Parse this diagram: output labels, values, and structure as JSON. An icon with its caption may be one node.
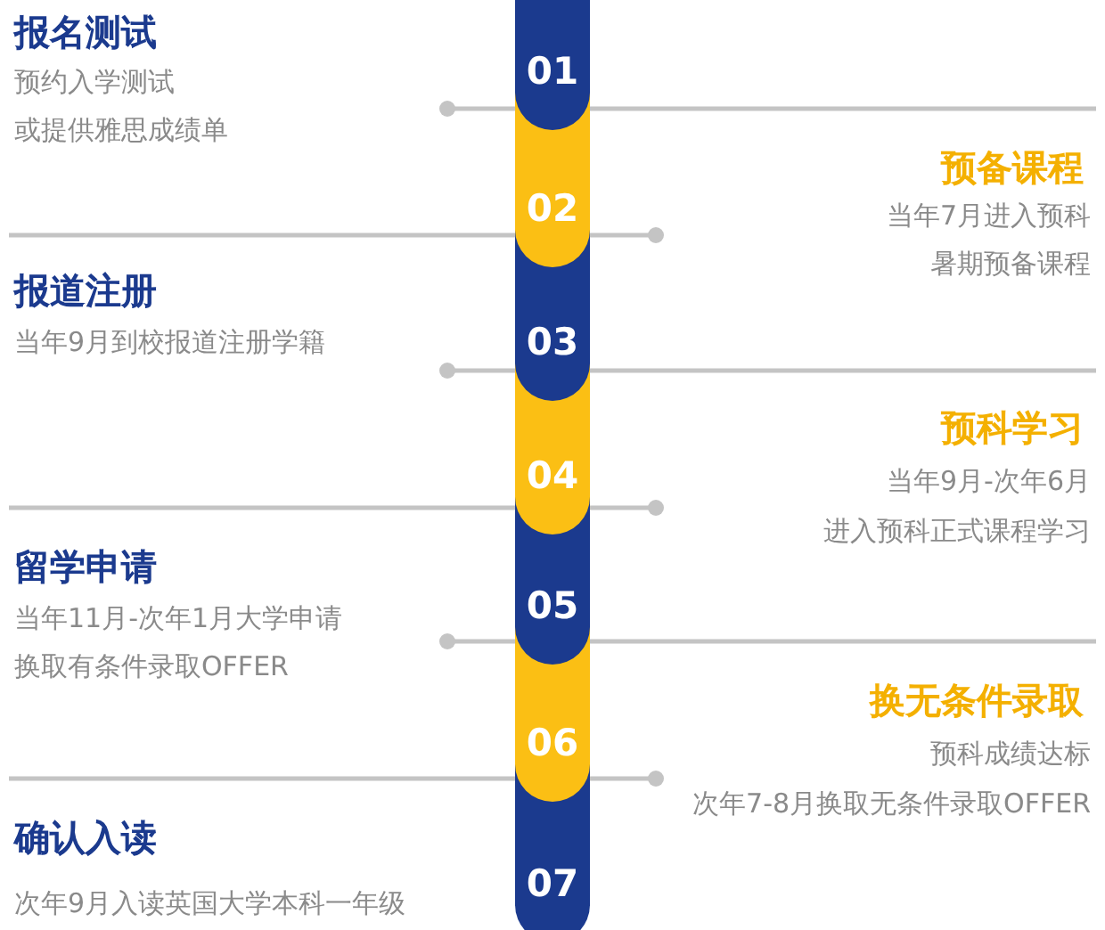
{
  "diagram": {
    "nodes": [
      {
        "text": [
          "01"
        ],
        "beside": [
          "报名测试",
          "预约入学测试",
          "或提供雅思成绩单"
        ]
      },
      {
        "text": [
          "02"
        ],
        "beside": [
          "预备课程",
          "当年7月进入预科",
          "暑期预备课程"
        ]
      },
      {
        "text": [
          "03"
        ],
        "beside": [
          "报道注册",
          "当年9月到校报道注册学籍"
        ]
      },
      {
        "text": [
          "04"
        ],
        "beside": [
          "预科学习",
          "当年9月-次年6月",
          "进入预科正式课程学习"
        ]
      },
      {
        "text": [
          "05"
        ],
        "beside": [
          "留学申请",
          "当年11月-次年1月大学申请",
          "换取有条件录取OFFER"
        ]
      },
      {
        "text": [
          "06"
        ],
        "beside": [
          "换无条件录取",
          "预科成绩达标",
          "次年7-8月换取无条件录取OFFER"
        ]
      },
      {
        "text": [
          "07"
        ],
        "beside": [
          "确认入读",
          "次年9月入读英国大学本科一年级"
        ]
      }
    ]
  }
}
